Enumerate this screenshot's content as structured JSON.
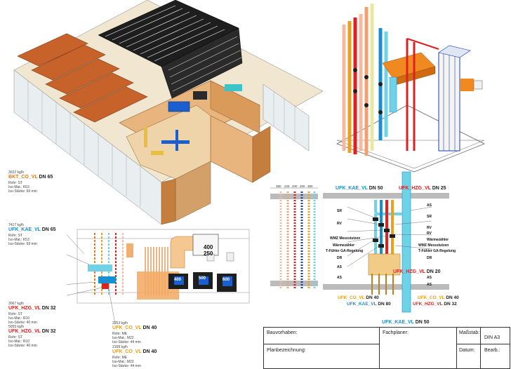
{
  "colors": {
    "blue": "#1a8fd0",
    "red": "#e02020",
    "orange": "#e07a20",
    "yellow": "#e8a020",
    "dark": "#222222"
  },
  "callouts_left": [
    {
      "pre": "3022 kg/h",
      "name": "BKT_CO_VL",
      "dn": "DN 65",
      "color": "orange",
      "lines": [
        "Rohr: ST",
        "Iso-Mat.: K53",
        "Iso-Stärke: 69 mm"
      ]
    },
    {
      "pre": "7417 kg/h",
      "name": "UFK_KAE_VL",
      "dn": "DN 65",
      "color": "blue",
      "lines": [
        "Rohr: ST",
        "Iso-Mat.: K53",
        "Iso-Stärke: 69 mm"
      ]
    },
    {
      "pre": "3067 kg/h",
      "name": "UFK_HZG_VL",
      "dn": "DN 32",
      "color": "red",
      "lines": [
        "Rohr: ST",
        "Iso-Mat.: R10",
        "Iso-Stärke: 40 mm"
      ]
    },
    {
      "pre": "5055 kg/h",
      "name": "UFK_HZG_VL",
      "dn": "DN 32",
      "color": "red",
      "lines": [
        "Rohr: ST",
        "Iso-Mat.: R10",
        "Iso-Stärke: 40 mm"
      ]
    }
  ],
  "callouts_bottom": [
    {
      "pre": "2253 kg/h",
      "name": "UFK_CO_VL",
      "dn": "DN 40",
      "color": "yellow",
      "lines": [
        "Rohr: ME",
        "Iso-Mat.: M22",
        "Iso-Stärke: 44 mm"
      ]
    },
    {
      "pre": "2168 kg/h",
      "name": "UFK_CO_VL",
      "dn": "DN 40",
      "color": "yellow",
      "lines": [
        "Rohr: ME",
        "Iso-Mat.: M22",
        "Iso-Stärke: 44 mm"
      ]
    }
  ],
  "duct_dims": [
    "400",
    "250"
  ],
  "duct_boxes": [
    "400",
    "500",
    "600"
  ],
  "riser": {
    "top_left": {
      "name": "UFK_KAE_VL",
      "dn": "DN 50"
    },
    "top_right": {
      "name": "UFK_HZG_VL",
      "dn": "DN 25"
    },
    "mid": {
      "name": "UFK_HZG_VL",
      "dn": "DN 20"
    },
    "bottom": [
      {
        "name": "UFK_CO_VL",
        "dn": "DN 40",
        "color": "yellow"
      },
      {
        "name": "UFK_CO_VL",
        "dn": "DN 40",
        "color": "yellow"
      },
      {
        "name": "UFK_KAE_VL",
        "dn": "DN 80",
        "color": "blue"
      },
      {
        "name": "UFK_HZG_VL",
        "dn": "DN 32",
        "color": "red"
      }
    ],
    "foot": {
      "name": "UFK_KAE_VL",
      "dn": "DN 50"
    },
    "labels_left": [
      "SR",
      "RV",
      "WMZ Messstutzen",
      "Wärmezähler",
      "T-Fühler GA-Regelung",
      "DR",
      "AS",
      "AS"
    ],
    "labels_right": [
      "AS",
      "SR",
      "RV",
      "RV",
      "Wärmezähler",
      "WMZ Messstutzen",
      "T-Fühler GA-Regelung",
      "DR",
      "AS",
      "AS"
    ],
    "dims_top": [
      "380",
      "225",
      "200",
      "200",
      "380"
    ]
  },
  "title_block": {
    "bauvorhaben": "Bauvorhaben:",
    "fachplaner": "Fachplaner:",
    "massstab": "Maßstab:",
    "format": "DIN A3",
    "planbezeichnung": "Planbezeichnung:",
    "datum": "Datum:",
    "bearb": "Bearb.:"
  }
}
